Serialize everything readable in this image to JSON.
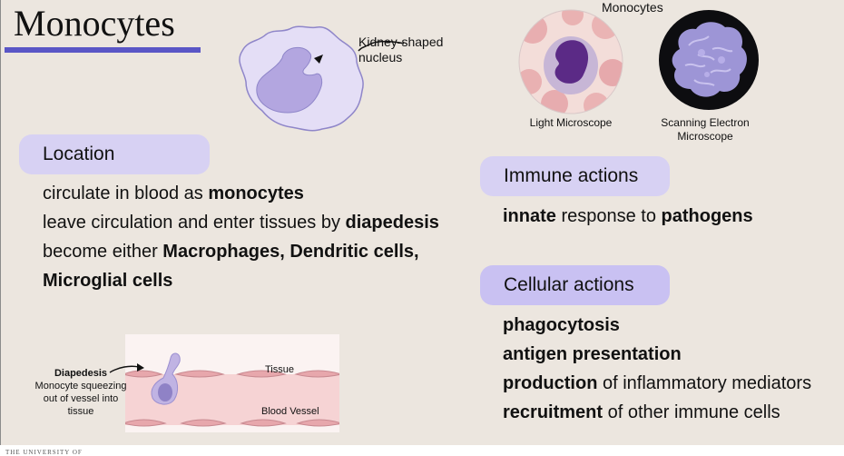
{
  "title": "Monocytes",
  "cell_diagram": {
    "nucleus_label": "Kidney-shaped nucleus"
  },
  "micrographs": {
    "title": "Monocytes",
    "light_caption": "Light Microscope",
    "sem_caption": "Scanning Electron Microscope"
  },
  "location": {
    "heading": "Location",
    "bullets": [
      [
        {
          "t": "circulate in blood as ",
          "b": false
        },
        {
          "t": "monocytes",
          "b": true
        }
      ],
      [
        {
          "t": "leave circulation and enter tissues by ",
          "b": false
        },
        {
          "t": "diapedesis",
          "b": true
        }
      ],
      [
        {
          "t": "become either ",
          "b": false
        },
        {
          "t": "Macrophages, Dendritic cells,",
          "b": true
        }
      ],
      [
        {
          "t": "Microglial cells",
          "b": true
        }
      ]
    ]
  },
  "immune": {
    "heading": "Immune actions",
    "bullets": [
      [
        {
          "t": "innate",
          "b": true
        },
        {
          "t": " response to ",
          "b": false
        },
        {
          "t": "pathogens",
          "b": true
        }
      ]
    ]
  },
  "cellular": {
    "heading": "Cellular actions",
    "bullets": [
      [
        {
          "t": "phagocytosis",
          "b": true
        }
      ],
      [
        {
          "t": "antigen presentation",
          "b": true
        }
      ],
      [
        {
          "t": "production",
          "b": true
        },
        {
          "t": " of inflammatory mediators",
          "b": false
        }
      ],
      [
        {
          "t": "recruitment",
          "b": true
        },
        {
          "t": " of other immune cells",
          "b": false
        }
      ]
    ]
  },
  "diapedesis": {
    "title": "Diapedesis",
    "description": "Monocyte squeezing out of vessel into tissue",
    "tissue_label": "Tissue",
    "vessel_label": "Blood Vessel"
  },
  "footer": "THE UNIVERSITY OF"
}
